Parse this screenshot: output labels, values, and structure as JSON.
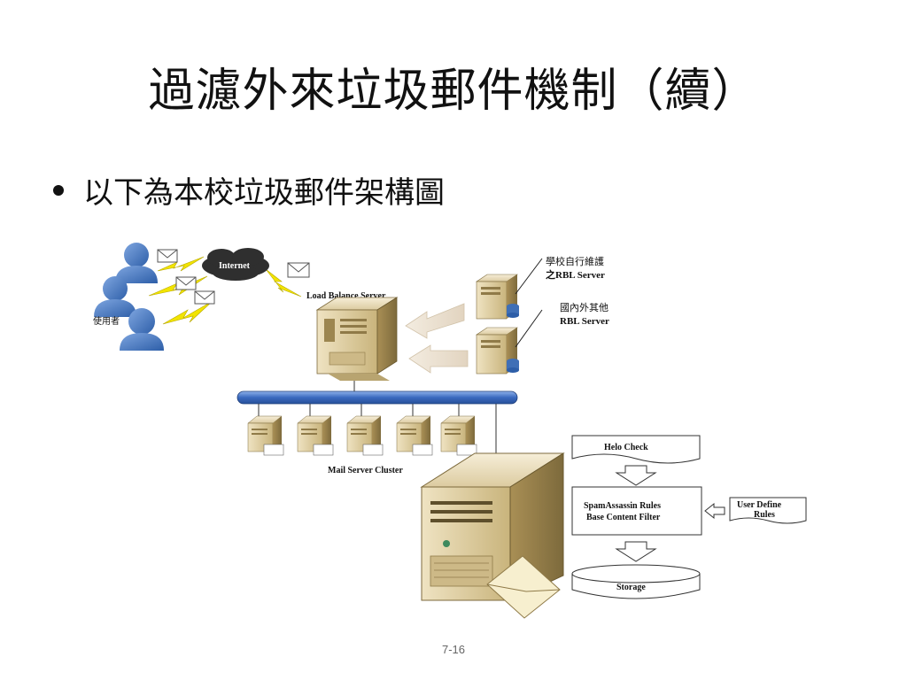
{
  "slide": {
    "title": "過濾外來垃圾郵件機制（續）",
    "bullet": "以下為本校垃圾郵件架構圖",
    "page_number": "7-16"
  },
  "diagram": {
    "users_label": "使用者",
    "internet_label": "Internet",
    "load_balance_label": "Load Balance Server",
    "rbl_school_line1": "學校自行維護",
    "rbl_school_line2": "之RBL Server",
    "rbl_other_line1": "國內外其他",
    "rbl_other_line2": "RBL Server",
    "cluster_label": "Mail Server Cluster",
    "helo_check": "Helo Check",
    "spam_rules_line1": "SpamAssassin Rules",
    "spam_rules_line2": "Base Content Filter",
    "user_define_line1": "User Define",
    "user_define_line2": "Rules",
    "storage": "Storage"
  },
  "colors": {
    "server_body": "#d8c9a0",
    "server_dark": "#8f7a48",
    "user_blue": "#3f6fb6",
    "bus_blue": "#4a78c8",
    "lightning": "#f2e400"
  }
}
